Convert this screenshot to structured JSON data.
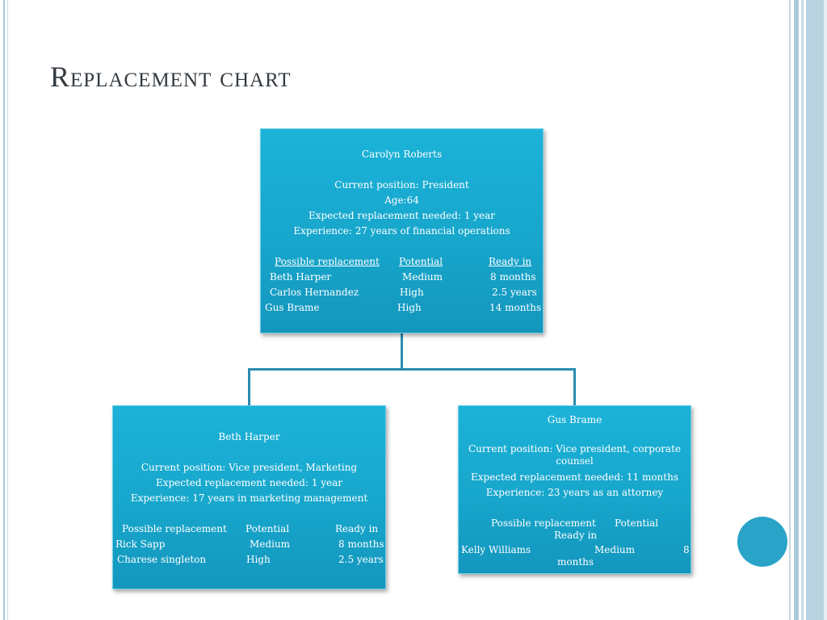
{
  "slide": {
    "title": "Replacement chart"
  },
  "top_box": {
    "name": "Carolyn Roberts",
    "position": "Current position: President",
    "age": "Age:64",
    "replacement_needed": "Expected replacement needed: 1 year",
    "experience": "Experience: 27 years of financial operations",
    "headers": [
      "Possible replacement",
      "Potential",
      "Ready in"
    ],
    "rows": [
      [
        "Beth Harper",
        "Medium",
        "8 months"
      ],
      [
        "Carlos Hernandez",
        "High",
        "2.5 years"
      ],
      [
        "Gus Brame",
        "High",
        "14 months"
      ]
    ]
  },
  "left_box": {
    "name": "Beth Harper",
    "position": "Current position: Vice president, Marketing",
    "replacement_needed": "Expected replacement needed: 1 year",
    "experience": "Experience: 17 years in marketing management",
    "headers": [
      "Possible replacement",
      "Potential",
      "Ready in"
    ],
    "rows": [
      [
        "Rick Sapp",
        "Medium",
        "8 months"
      ],
      [
        "Charese singleton",
        "High",
        "2.5 years"
      ]
    ]
  },
  "right_box": {
    "name": "Gus Brame",
    "position": "Current position: Vice president, corporate counsel",
    "replacement_needed": "Expected replacement needed: 11 months",
    "experience": "Experience: 23 years as an attorney",
    "headers": [
      "Possible replacement",
      "Potential",
      "Ready in"
    ],
    "rows": [
      [
        "Kelly Williams",
        "Medium",
        "8",
        "months"
      ]
    ]
  },
  "colors": {
    "box_fill": "#17a6cc",
    "connector": "#2a8db0",
    "accent_circle": "#2aa3c8"
  }
}
